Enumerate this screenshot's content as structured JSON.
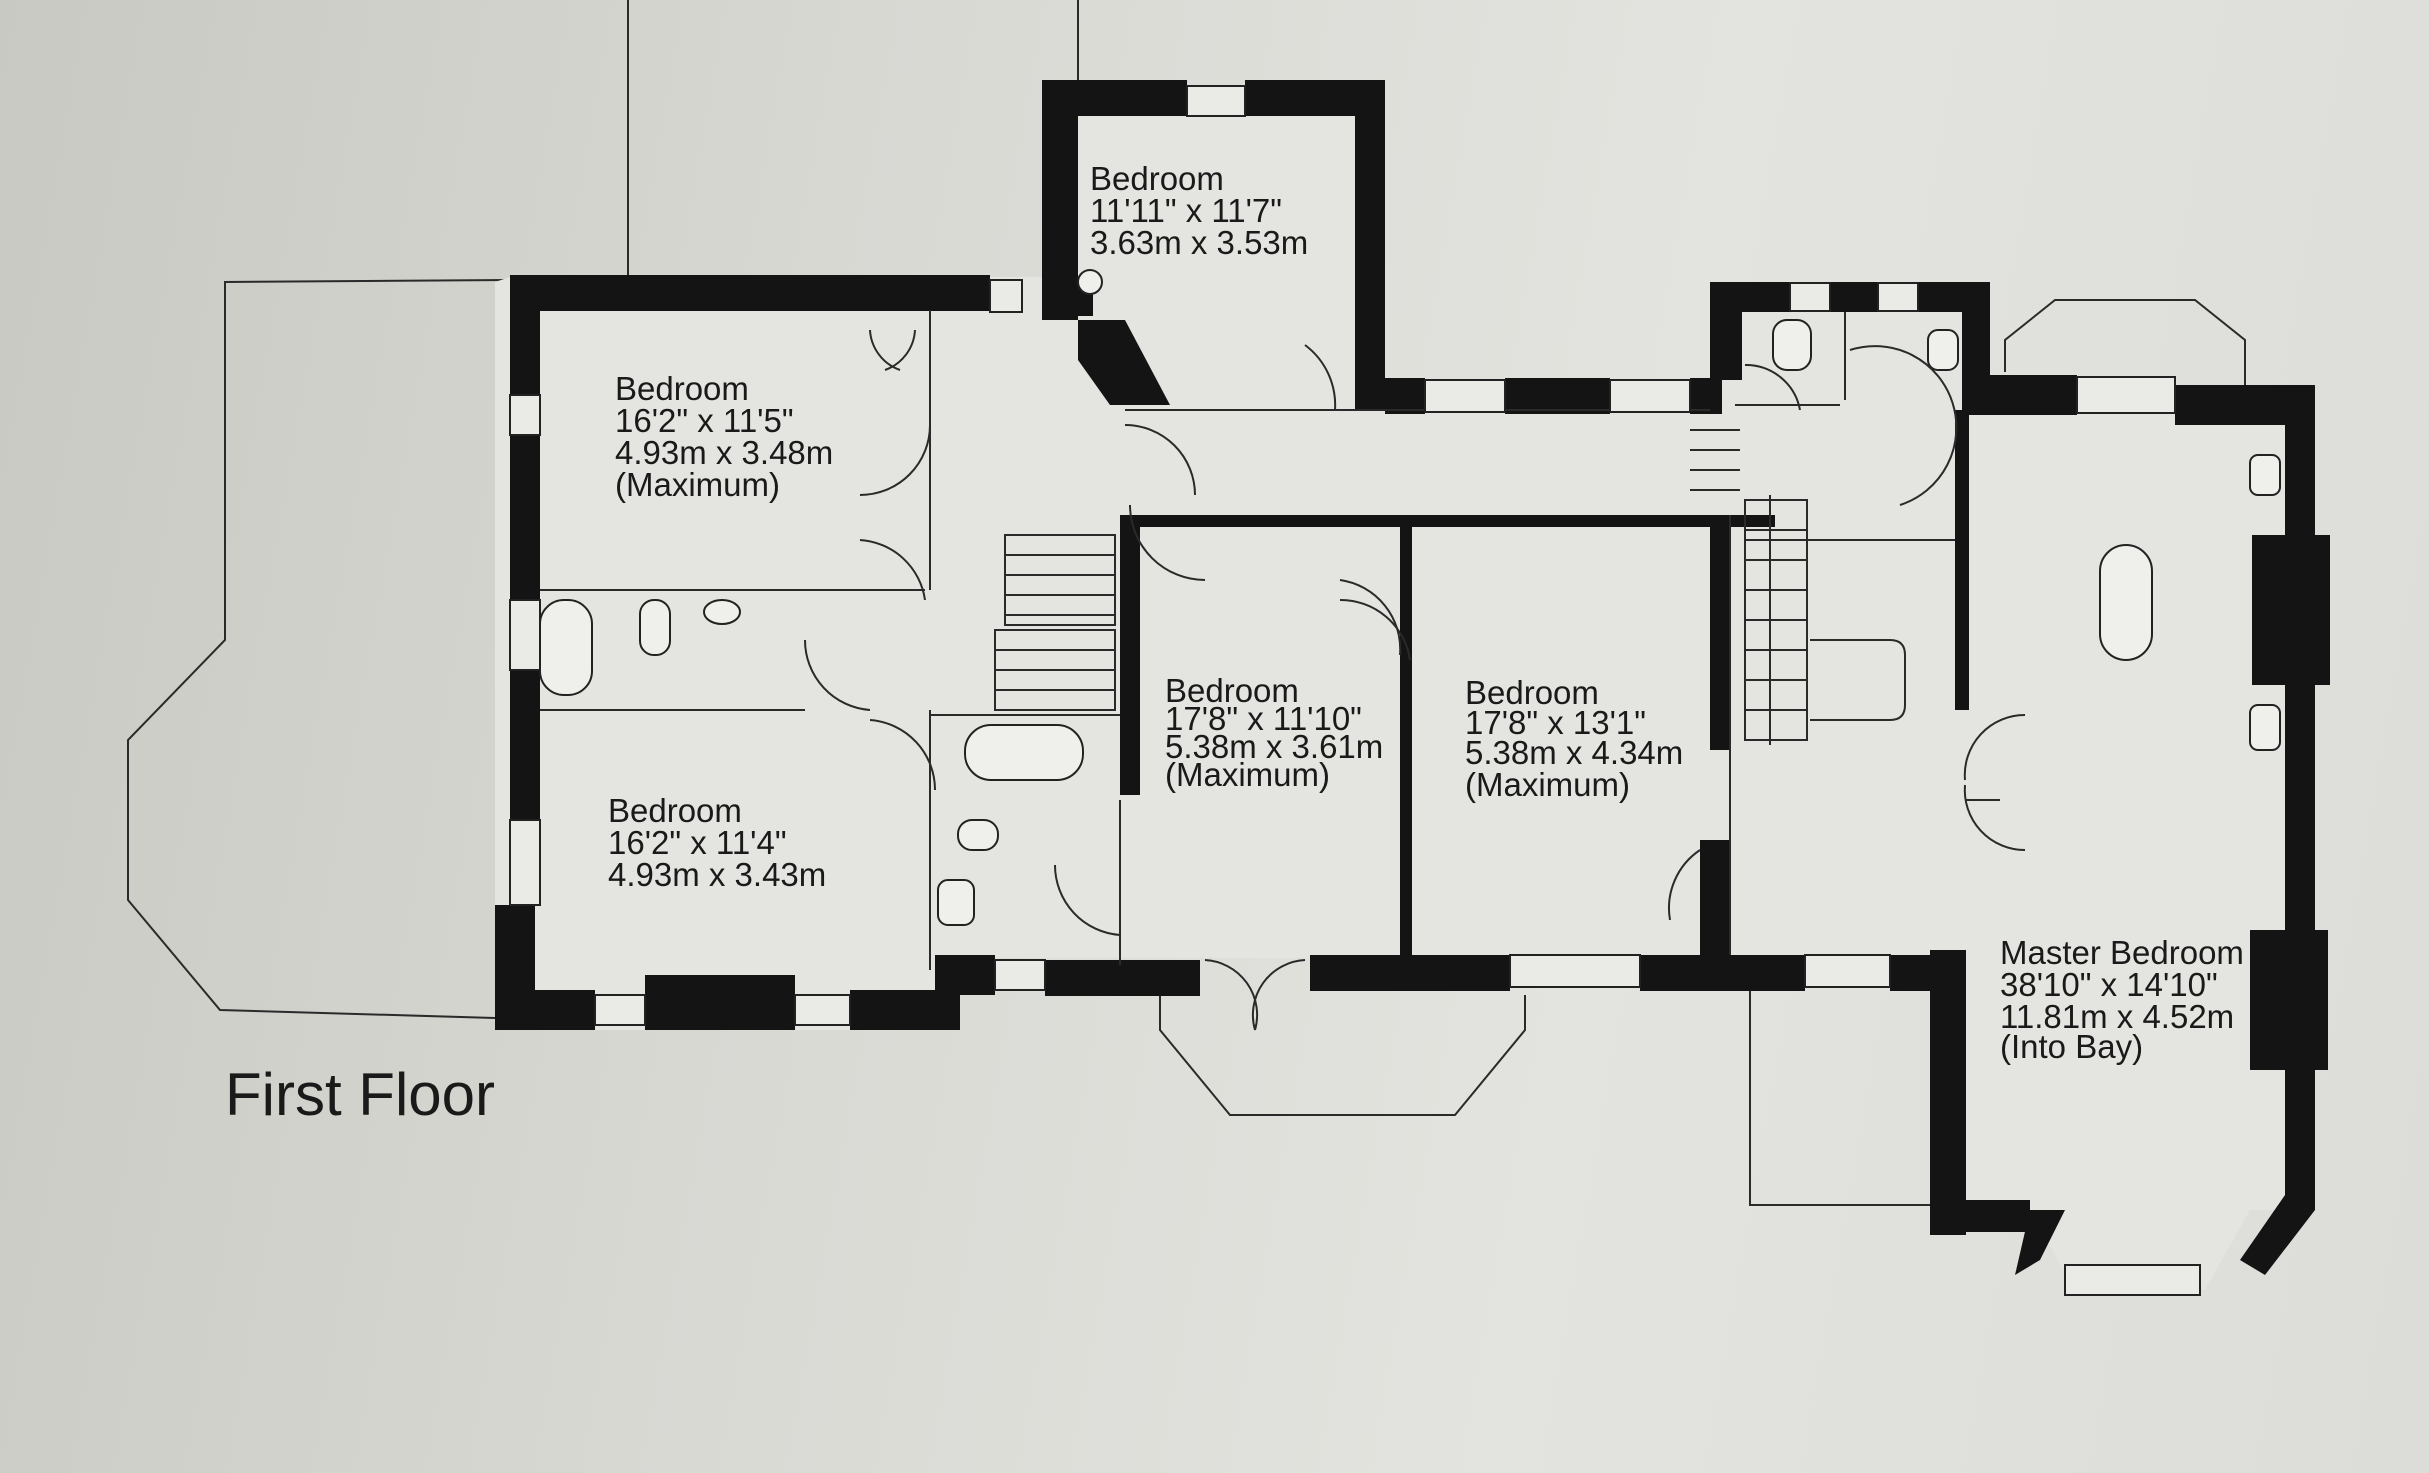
{
  "floor_title": "First Floor",
  "rooms": {
    "bedroom_top": {
      "name": "Bedroom",
      "imperial": "11'11\" x 11'7\"",
      "metric": "3.63m x 3.53m"
    },
    "bedroom_upper_left": {
      "name": "Bedroom",
      "imperial": "16'2\" x 11'5\"",
      "metric": "4.93m x 3.48m",
      "note": "(Maximum)"
    },
    "bedroom_lower_left": {
      "name": "Bedroom",
      "imperial": "16'2\" x 11'4\"",
      "metric": "4.93m x 3.43m"
    },
    "bedroom_center_left": {
      "name": "Bedroom",
      "imperial": "17'8\" x 11'10\"",
      "metric": "5.38m x 3.61m",
      "note": "(Maximum)"
    },
    "bedroom_center_right": {
      "name": "Bedroom",
      "imperial": "17'8\" x 13'1\"",
      "metric": "5.38m x 4.34m",
      "note": "(Maximum)"
    },
    "master_bedroom": {
      "name": "Master Bedroom",
      "imperial": "38'10\" x 14'10\"",
      "metric": "11.81m x 4.52m",
      "note": "(Into Bay)"
    }
  },
  "colors": {
    "wall": "#141414",
    "floor": "#e4e4e0",
    "background": "#d9d9d4"
  }
}
